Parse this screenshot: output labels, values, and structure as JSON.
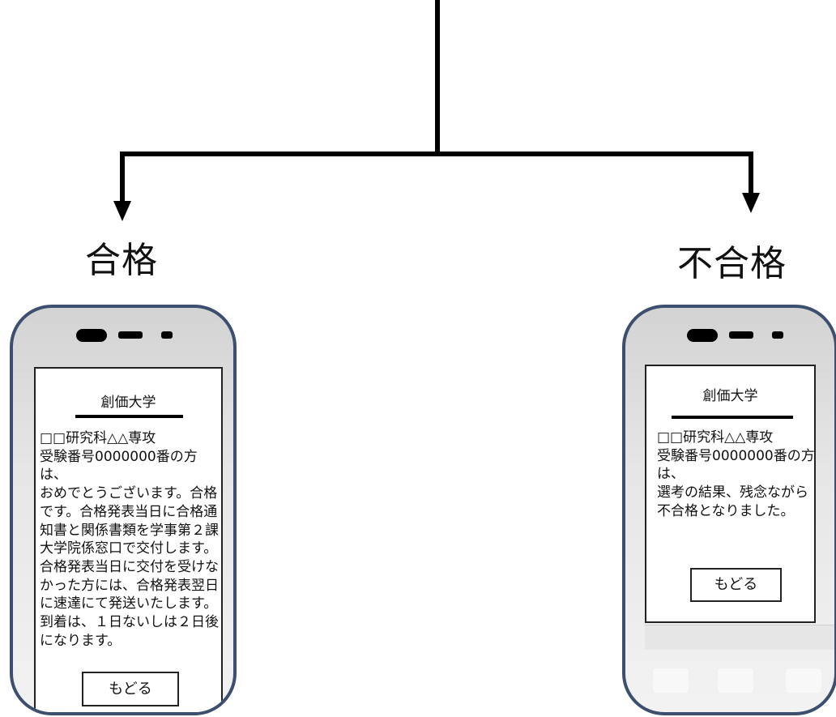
{
  "branches": {
    "pass_label": "合格",
    "fail_label": "不合格"
  },
  "phone_pass": {
    "university": "創価大学",
    "message": "□□研究科△△専攻\n受験番号0000000番の方は、\nおめでとうございます。合格です。合格発表当日に合格通知書と関係書類を学事第２課大学院係窓口で交付します。合格発表当日に交付を受けなかった方には、合格発表翌日に速達にて発送いたします。到着は、１日ないしは２日後になります。",
    "back_button": "もどる"
  },
  "phone_fail": {
    "university": "創価大学",
    "message": "□□研究科△△専攻\n受験番号0000000番の方は、\n選考の結果、残念ながら不合格となりました。",
    "back_button": "もどる"
  },
  "colors": {
    "phone_border": "#3d4f6e",
    "line": "#000000"
  }
}
